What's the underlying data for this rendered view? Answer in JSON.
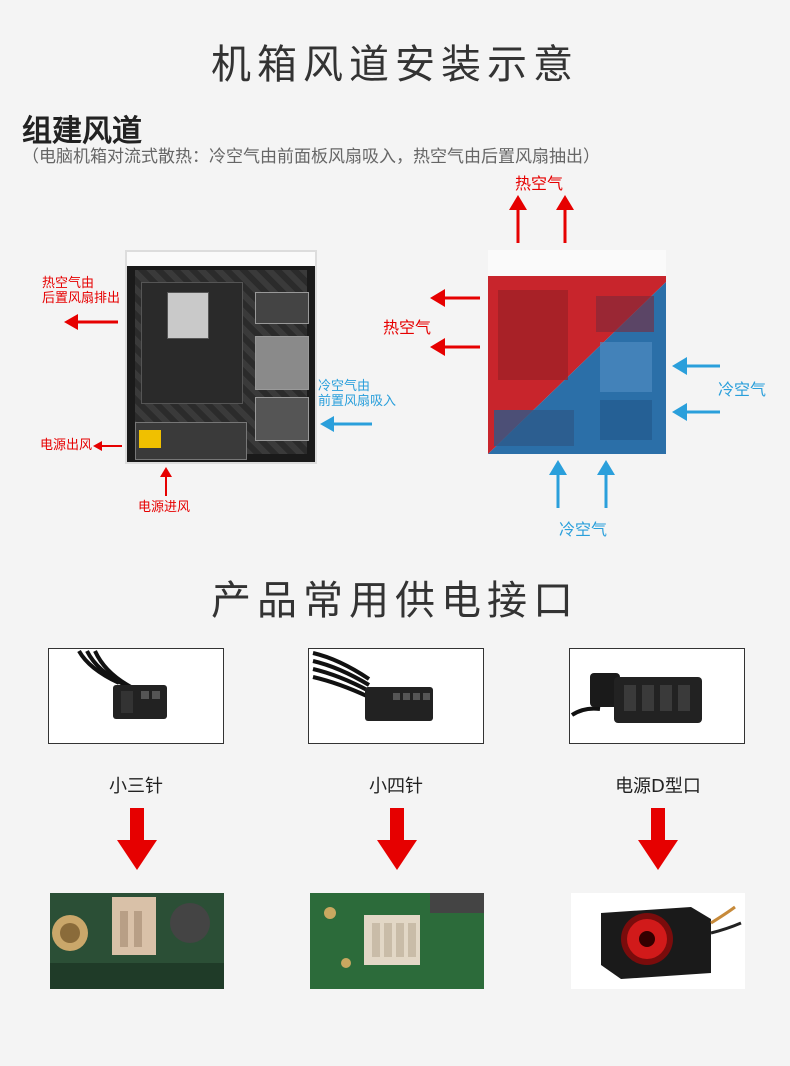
{
  "section1": {
    "title": "机箱风道安装示意",
    "subtitle": "组建风道",
    "description": "（电脑机箱对流式散热：冷空气由前面板风扇吸入，热空气由后置风扇抽出）"
  },
  "left_case": {
    "hot_exhaust_label_line1": "热空气由",
    "hot_exhaust_label_line2": "后置风扇排出",
    "cold_intake_label_line1": "冷空气由",
    "cold_intake_label_line2": "前置风扇吸入",
    "psu_out_label": "电源出风",
    "psu_in_label": "电源进风"
  },
  "right_case": {
    "hot_top_label": "热空气",
    "hot_side_label": "热空气",
    "cold_side_label": "冷空气",
    "cold_bottom_label": "冷空气"
  },
  "section2": {
    "title": "产品常用供电接口",
    "connectors": [
      {
        "label": "小三针"
      },
      {
        "label": "小四针"
      },
      {
        "label": "电源D型口"
      }
    ]
  },
  "colors": {
    "hot": "#e60000",
    "cold": "#2a9fdb",
    "arrow_down": "#e60000"
  },
  "icons": [
    "arrow-up-icon",
    "arrow-left-icon",
    "arrow-down-icon"
  ]
}
